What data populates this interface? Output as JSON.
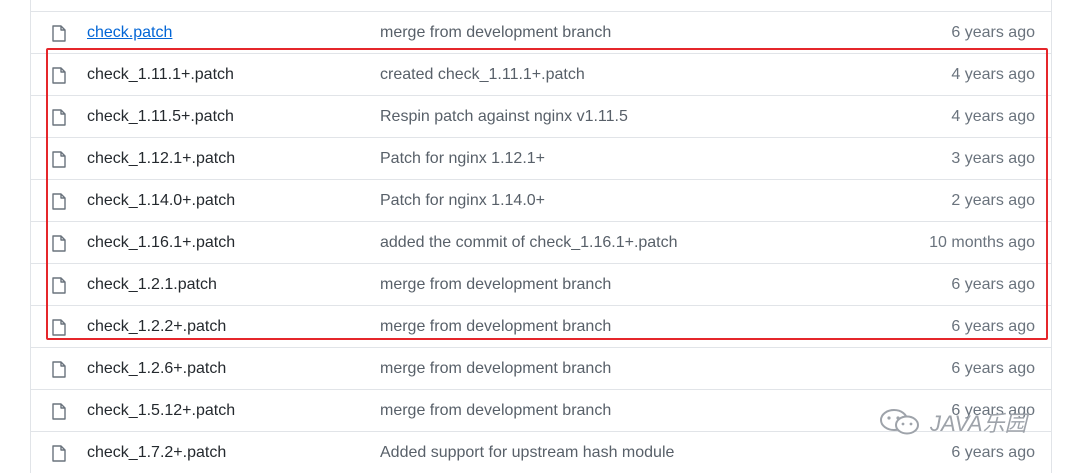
{
  "files": [
    {
      "name": "check.patch",
      "message": "merge from development branch",
      "age": "6 years ago",
      "link": true
    },
    {
      "name": "check_1.11.1+.patch",
      "message": "created check_1.11.1+.patch",
      "age": "4 years ago"
    },
    {
      "name": "check_1.11.5+.patch",
      "message": "Respin patch against nginx v1.11.5",
      "age": "4 years ago"
    },
    {
      "name": "check_1.12.1+.patch",
      "message": "Patch for nginx 1.12.1+",
      "age": "3 years ago"
    },
    {
      "name": "check_1.14.0+.patch",
      "message": "Patch for nginx 1.14.0+",
      "age": "2 years ago"
    },
    {
      "name": "check_1.16.1+.patch",
      "message": "added the commit of check_1.16.1+.patch",
      "age": "10 months ago"
    },
    {
      "name": "check_1.2.1.patch",
      "message": "merge from development branch",
      "age": "6 years ago"
    },
    {
      "name": "check_1.2.2+.patch",
      "message": "merge from development branch",
      "age": "6 years ago"
    },
    {
      "name": "check_1.2.6+.patch",
      "message": "merge from development branch",
      "age": "6 years ago"
    },
    {
      "name": "check_1.5.12+.patch",
      "message": "merge from development branch",
      "age": "6 years ago"
    },
    {
      "name": "check_1.7.2+.patch",
      "message": "Added support for upstream hash module",
      "age": "6 years ago"
    }
  ],
  "watermark": {
    "text": "JAVA乐园"
  },
  "colors": {
    "highlight": "#e5262b",
    "link": "#0366d6",
    "border": "#e1e4e8"
  }
}
